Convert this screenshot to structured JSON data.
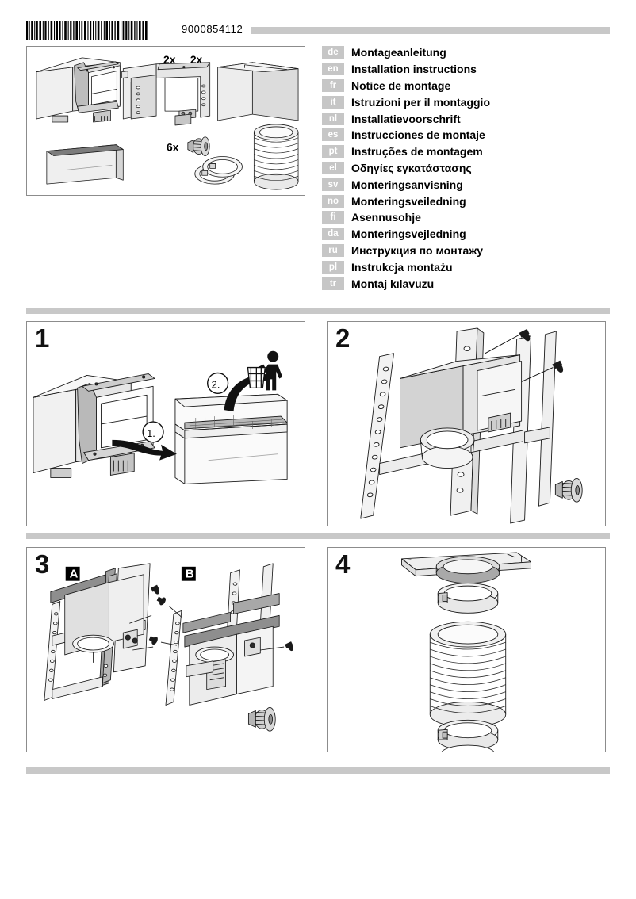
{
  "header": {
    "barcode_icon": "barcode",
    "document_number": "9000854112"
  },
  "languages": [
    {
      "code": "de",
      "title": "Montageanleitung"
    },
    {
      "code": "en",
      "title": "Installation instructions"
    },
    {
      "code": "fr",
      "title": "Notice de montage"
    },
    {
      "code": "it",
      "title": "Istruzioni per il montaggio"
    },
    {
      "code": "nl",
      "title": "Installatievoorschrift"
    },
    {
      "code": "es",
      "title": "Instrucciones de montaje"
    },
    {
      "code": "pt",
      "title": "Instruções de montagem"
    },
    {
      "code": "el",
      "title": "Οδηγίες εγκατάστασης"
    },
    {
      "code": "sv",
      "title": "Monteringsanvisning"
    },
    {
      "code": "no",
      "title": "Monteringsveiledning"
    },
    {
      "code": "fi",
      "title": "Asennusohje"
    },
    {
      "code": "da",
      "title": "Monteringsvejledning"
    },
    {
      "code": "ru",
      "title": "Инструкция по монтажу"
    },
    {
      "code": "pl",
      "title": "Instrukcja montażu"
    },
    {
      "code": "tr",
      "title": "Montaj kılavuzu"
    }
  ],
  "parts_panel": {
    "name": "parts-overview",
    "quantities": [
      "2x",
      "2x",
      "6x"
    ],
    "items": [
      "extractor-hood-body",
      "mounting-frame",
      "chimney-cover",
      "filter-box",
      "screw",
      "hose-clamps",
      "flexible-duct"
    ]
  },
  "steps": [
    {
      "number": "1",
      "name": "remove-filter-and-dispose-packaging",
      "callouts": [
        "1.",
        "2."
      ],
      "icons": [
        "dispose-in-bin-icon",
        "arrow-icon"
      ]
    },
    {
      "number": "2",
      "name": "attach-frame-with-screws",
      "callouts": [],
      "icons": [
        "screw-icon"
      ]
    },
    {
      "number": "3",
      "name": "frame-variants-a-b",
      "variants": [
        "A",
        "B"
      ],
      "icons": [
        "screw-icon"
      ]
    },
    {
      "number": "4",
      "name": "duct-and-clamp-assembly",
      "callouts": [],
      "icons": [
        "hose-clamp-icon",
        "flexible-duct-icon"
      ]
    }
  ],
  "colors": {
    "separator_gray": "#c8c8c8",
    "code_badge_gray": "#c6c6c6",
    "panel_border": "#8c8c8c",
    "ink": "#000000"
  }
}
